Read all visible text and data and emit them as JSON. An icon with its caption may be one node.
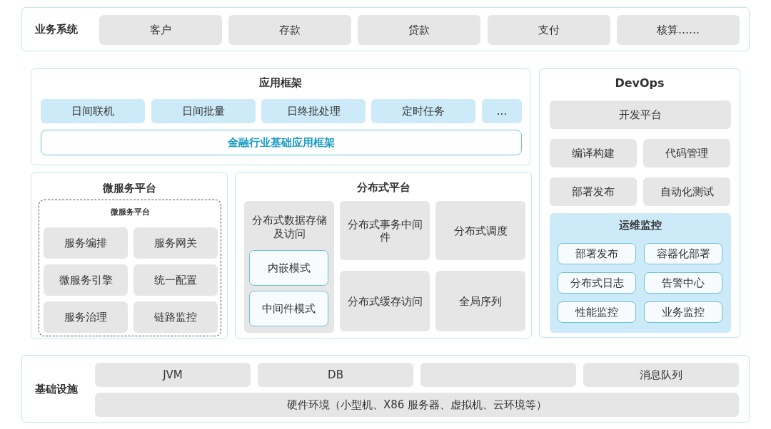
{
  "diagram": {
    "nodes": [
      {
        "text": [
          "业务系统"
        ]
      },
      {
        "text": [
          "客户"
        ],
        "in": 0
      },
      {
        "text": [
          "存款"
        ],
        "in": 0
      },
      {
        "text": [
          "贷款"
        ],
        "in": 0
      },
      {
        "text": [
          "支付"
        ],
        "in": 0
      },
      {
        "text": [
          "核算……"
        ],
        "in": 0
      },
      {
        "text": [
          "应用框架"
        ]
      },
      {
        "text": [
          "日间联机"
        ],
        "in": 6
      },
      {
        "text": [
          "日间批量"
        ],
        "in": 6
      },
      {
        "text": [
          "日终批处理"
        ],
        "in": 6
      },
      {
        "text": [
          "定时任务"
        ],
        "in": 6
      },
      {
        "text": [
          "..."
        ],
        "in": 6
      },
      {
        "text": [
          "金融行业基础应用框架"
        ],
        "in": 6
      },
      {
        "text": [
          "微服务平台"
        ]
      },
      {
        "text": [
          "微服务平台"
        ],
        "in": 13
      },
      {
        "text": [
          "服务编排"
        ],
        "in": 14
      },
      {
        "text": [
          "服务网关"
        ],
        "in": 14
      },
      {
        "text": [
          "微服务引擎"
        ],
        "in": 14
      },
      {
        "text": [
          "统一配置"
        ],
        "in": 14
      },
      {
        "text": [
          "服务治理"
        ],
        "in": 14
      },
      {
        "text": [
          "链路监控"
        ],
        "in": 14
      },
      {
        "text": [
          "分布式平台"
        ]
      },
      {
        "text": [
          "分布式数据存储及访问"
        ],
        "in": 21
      },
      {
        "text": [
          "内嵌模式"
        ],
        "in": 22
      },
      {
        "text": [
          "中间件模式"
        ],
        "in": 22
      },
      {
        "text": [
          "分布式事务中间件"
        ],
        "in": 21
      },
      {
        "text": [
          "分布式调度"
        ],
        "in": 21
      },
      {
        "text": [
          "分布式缓存访问"
        ],
        "in": 21
      },
      {
        "text": [
          "全局序列"
        ],
        "in": 21
      },
      {
        "text": [
          "DevOps"
        ]
      },
      {
        "text": [
          "开发平台"
        ],
        "in": 29
      },
      {
        "text": [
          "编译构建"
        ],
        "in": 29
      },
      {
        "text": [
          "代码管理"
        ],
        "in": 29
      },
      {
        "text": [
          "部署发布"
        ],
        "in": 29
      },
      {
        "text": [
          "自动化测试"
        ],
        "in": 29
      },
      {
        "text": [
          "运维监控"
        ],
        "in": 29
      },
      {
        "text": [
          "部署发布"
        ],
        "in": 35
      },
      {
        "text": [
          "容器化部署"
        ],
        "in": 35
      },
      {
        "text": [
          "分布式日志"
        ],
        "in": 35
      },
      {
        "text": [
          "告警中心"
        ],
        "in": 35
      },
      {
        "text": [
          "性能监控"
        ],
        "in": 35
      },
      {
        "text": [
          "业务监控"
        ],
        "in": 35
      },
      {
        "text": [
          "基础设施"
        ]
      },
      {
        "text": [
          "JVM"
        ],
        "in": 42
      },
      {
        "text": [
          "DB"
        ],
        "in": 42
      },
      {
        "text": [],
        "shape": "box",
        "in": 42
      },
      {
        "text": [
          "消息队列"
        ],
        "in": 42
      },
      {
        "text": [
          "硬件环境（小型机、X86 服务器、虚拟机、云环境等）"
        ],
        "in": 42
      }
    ]
  }
}
